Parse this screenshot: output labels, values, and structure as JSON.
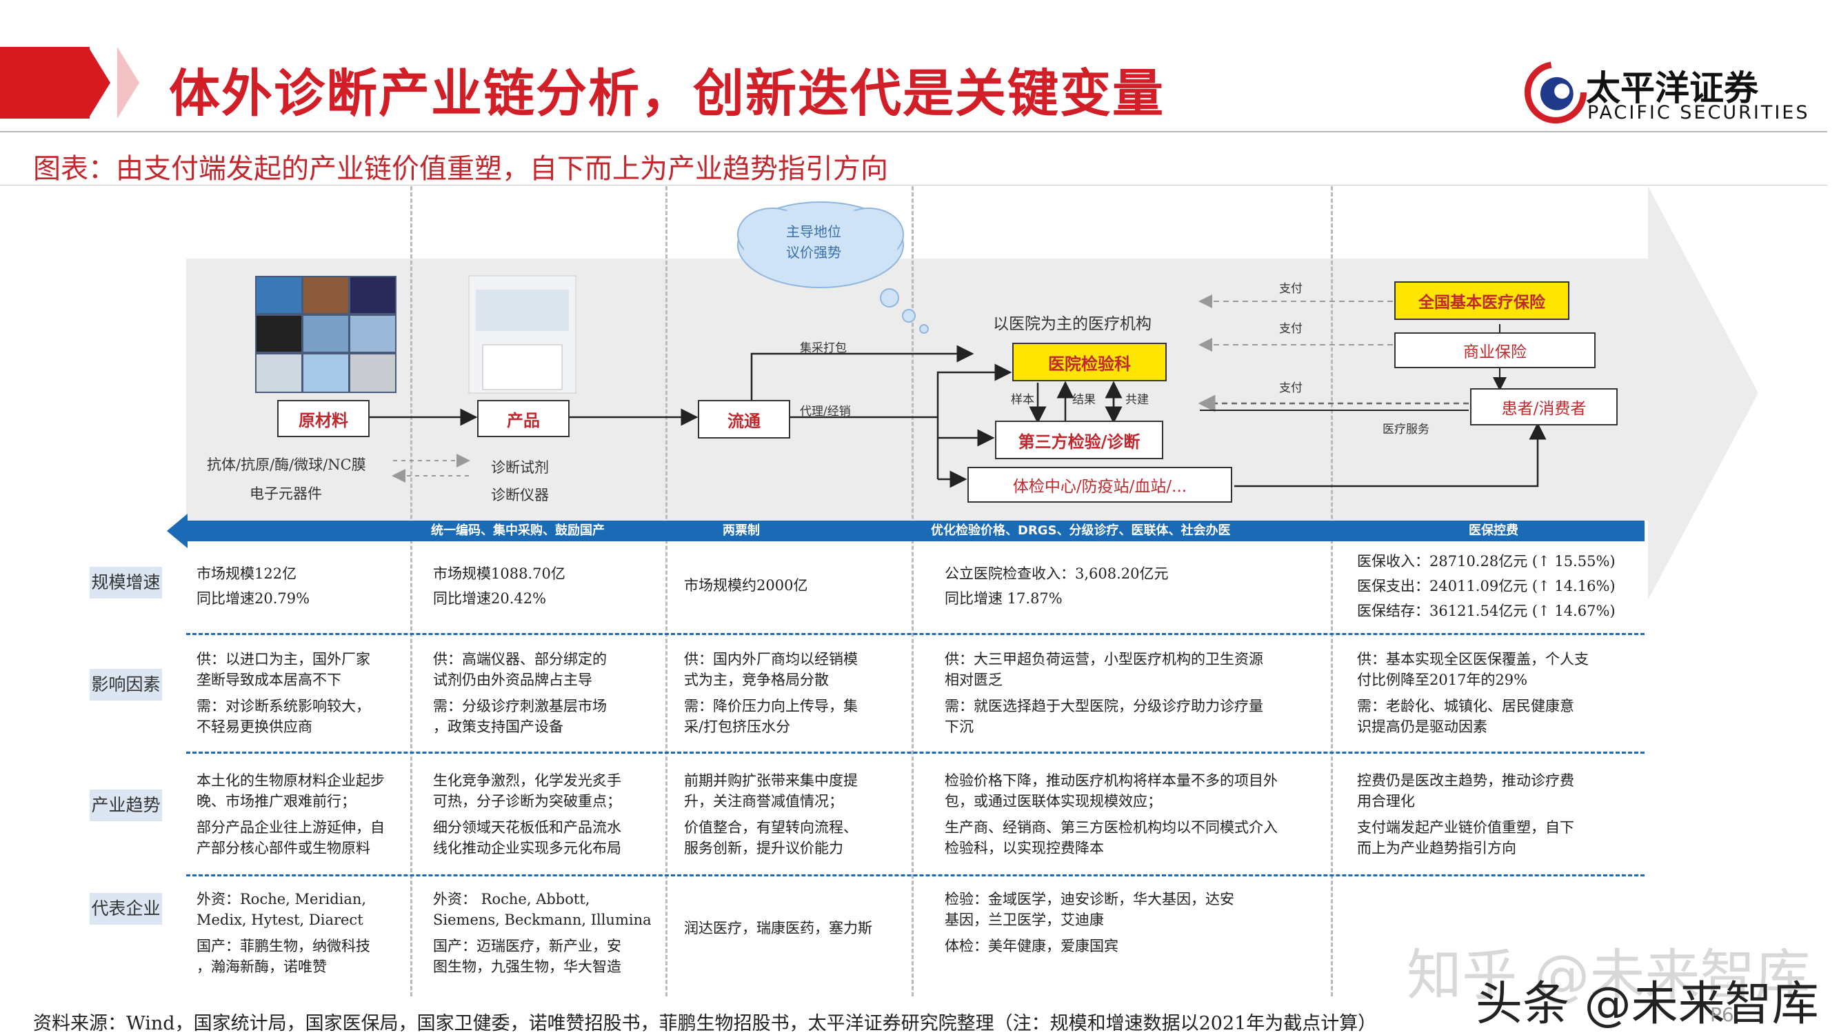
{
  "header": {
    "title": "体外诊断产业链分析，创新迭代是关键变量",
    "logo_cn": "太平洋证券",
    "logo_en": "PACIFIC SECURITIES",
    "subtitle": "图表：由支付端发起的产业链价值重塑，自下而上为产业趋势指引方向"
  },
  "flow": {
    "cloud_line1": "主导地位",
    "cloud_line2": "议价强势",
    "raw": "原材料",
    "product": "产品",
    "circulation": "流通",
    "raw_items1": "抗体/抗原/酶/微球/NC膜",
    "raw_items2": "电子元器件",
    "prod_items1": "诊断试剂",
    "prod_items2": "诊断仪器",
    "jicai": "集采打包",
    "agency": "代理/经销",
    "hospital_group": "以医院为主的医疗机构",
    "hospital_lab": "医院检验科",
    "third_party": "第三方检验/诊断",
    "checkup": "体检中心/防疫站/血站/...",
    "sample": "样本",
    "result": "结果",
    "cobuild": "共建",
    "pay1": "支付",
    "pay2": "支付",
    "pay3": "支付",
    "med_service": "医疗服务",
    "national_insurance": "全国基本医疗保险",
    "commercial": "商业保险",
    "patient": "患者/消费者"
  },
  "bar": {
    "seg1": "统一编码、集中采购、鼓励国产",
    "seg2": "两票制",
    "seg3": "优化检验价格、DRGS、分级诊疗、医联体、社会办医",
    "seg4": "医保控费"
  },
  "rows": {
    "scale_label": "规模增速",
    "impact_label": "影响因素",
    "trend_label": "产业趋势",
    "rep_label": "代表企业",
    "scale": [
      [
        "市场规模122亿",
        "同比增速20.79%"
      ],
      [
        "市场规模1088.70亿",
        "同比增速20.42%"
      ],
      [
        "市场规模约2000亿"
      ],
      [
        "公立医院检查收入：3,608.20亿元",
        "同比增速 17.87%"
      ],
      [
        "医保收入：28710.28亿元 (↑ 15.55%)",
        "医保支出：24011.09亿元 (↑ 14.16%)",
        "医保结存：36121.54亿元 (↑ 14.67%)"
      ]
    ],
    "impact": [
      [
        "供：以进口为主，国外厂家",
        "垄断导致成本居高不下",
        "需：对诊断系统影响较大，",
        "不轻易更换供应商"
      ],
      [
        "供：高端仪器、部分绑定的",
        "试剂仍由外资品牌占主导",
        "需：分级诊疗刺激基层市场",
        "，政策支持国产设备"
      ],
      [
        "供：国内外厂商均以经销模",
        "式为主，竞争格局分散",
        "需：降价压力向上传导，集",
        "采/打包挤压水分"
      ],
      [
        "供：大三甲超负荷运营，小型医疗机构的卫生资源",
        "相对匮乏",
        "需：就医选择趋于大型医院，分级诊疗助力诊疗量",
        "下沉"
      ],
      [
        "供：基本实现全区医保覆盖，个人支",
        "付比例降至2017年的29%",
        "需：老龄化、城镇化、居民健康意",
        "识提高仍是驱动因素"
      ]
    ],
    "trend": [
      [
        "本土化的生物原材料企业起步",
        "晚、市场推广艰难前行；",
        "部分产品企业往上游延伸，自",
        "产部分核心部件或生物原料"
      ],
      [
        "生化竞争激烈，化学发光炙手",
        "可热，分子诊断为突破重点；",
        "细分领域天花板低和产品流水",
        "线化推动企业实现多元化布局"
      ],
      [
        "前期并购扩张带来集中度提",
        "升，关注商誉减值情况；",
        "价值整合，有望转向流程、",
        "服务创新，提升议价能力"
      ],
      [
        "检验价格下降，推动医疗机构将样本量不多的项目外",
        "包，或通过医联体实现规模效应；",
        "生产商、经销商、第三方医检机构均以不同模式介入",
        "检验科，以实现控费降本"
      ],
      [
        "控费仍是医改主趋势，推动诊疗费",
        "用合理化",
        "支付端发起产业链价值重塑，自下",
        "而上为产业趋势指引方向"
      ]
    ],
    "rep": [
      [
        "外资：Roche, Meridian,",
        "Medix, Hytest, Diarect",
        "国产：菲鹏生物，纳微科技",
        "，瀚海新酶，诺唯赞"
      ],
      [
        "外资： Roche, Abbott,",
        "Siemens, Beckmann, Illumina",
        "国产：迈瑞医疗，新产业，安",
        "图生物，九强生物，华大智造"
      ],
      [
        "润达医疗，瑞康医药，塞力斯"
      ],
      [
        "检验：金域医学，迪安诊断，华大基因，达安",
        "基因，兰卫医学，艾迪康",
        "体检：美年健康，爱康国宾"
      ],
      []
    ]
  },
  "footer": {
    "source": "资料来源：Wind，国家统计局，国家医保局，国家卫健委，诺唯赞招股书，菲鹏生物招股书，太平洋证券研究院整理（注：规模和增速数据以2021年为截点计算）",
    "page": "P6",
    "watermark1": "知乎 @未来智库",
    "watermark2": "头条 @未来智库"
  },
  "colors": {
    "accent_red": "#d21f27",
    "bar_blue": "#1a6ab5",
    "label_bg": "#dce6f2",
    "highlight": "#ffe600"
  }
}
